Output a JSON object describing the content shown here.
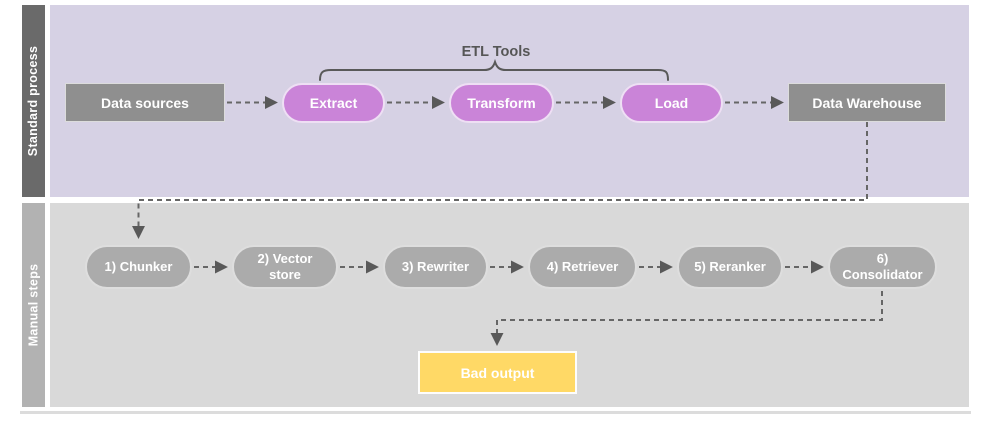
{
  "lanes": {
    "standard": {
      "label": "Standard process",
      "bracket_label": "ETL Tools",
      "nodes": [
        {
          "id": "data-sources",
          "label": "Data sources",
          "shape": "rect"
        },
        {
          "id": "extract",
          "label": "Extract",
          "shape": "pill"
        },
        {
          "id": "transform",
          "label": "Transform",
          "shape": "pill"
        },
        {
          "id": "load",
          "label": "Load",
          "shape": "pill"
        },
        {
          "id": "data-warehouse",
          "label": "Data Warehouse",
          "shape": "rect"
        }
      ]
    },
    "manual": {
      "label": "Manual steps",
      "steps": [
        {
          "label": "1) Chunker"
        },
        {
          "label": "2) Vector store"
        },
        {
          "label": "3) Rewriter"
        },
        {
          "label": "4) Retriever"
        },
        {
          "label": "5) Reranker"
        },
        {
          "label": "6) Consolidator"
        }
      ],
      "result": {
        "label": "Bad output"
      }
    }
  },
  "colors": {
    "standard_lane_bg": "#d6d1e4",
    "standard_lane_bar": "#6a6a6a",
    "manual_lane_bg": "#d9d9d9",
    "manual_lane_bar": "#b2b2b2",
    "process_box_fill": "#8f8f8f",
    "etl_pill_fill": "#ca84d8",
    "manual_pill_fill": "#ababab",
    "bad_output_fill": "#ffd966",
    "connector_stroke": "#666666",
    "bracket_stroke": "#595959",
    "node_text": "#ffffff"
  }
}
